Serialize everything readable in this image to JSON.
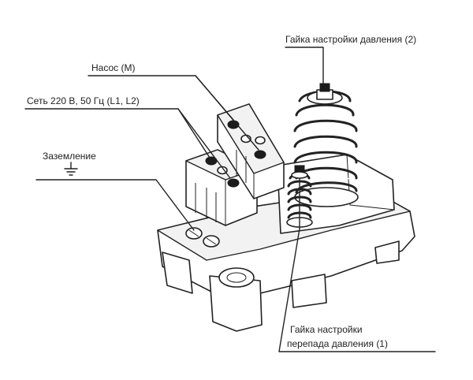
{
  "labels": {
    "pressure_nut": "Гайка настройки давления (2)",
    "pump": "Насос (М)",
    "mains": "Сеть 220 В, 50 Гц (L1, L2)",
    "ground": "Заземление",
    "diff_nut_line1": "Гайка настройки",
    "diff_nut_line2": "перепада давления (1)"
  },
  "colors": {
    "ink": "#222222",
    "background": "#ffffff"
  }
}
